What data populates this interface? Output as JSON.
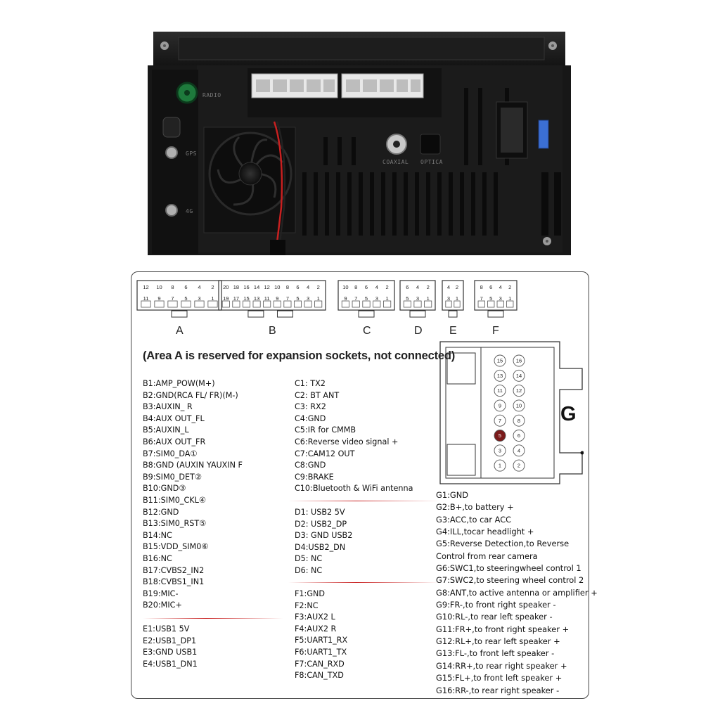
{
  "device": {
    "labels": {
      "radio": "RADIO",
      "gps": "GPS",
      "four_g": "4G",
      "coaxial": "COAXIAL",
      "optical": "OPTICA"
    }
  },
  "connectors": [
    {
      "id": "A",
      "rows": 2,
      "top": [
        "12",
        "10",
        "8",
        "6",
        "4",
        "2"
      ],
      "bottom": [
        "11",
        "9",
        "7",
        "5",
        "3",
        "1"
      ]
    },
    {
      "id": "B",
      "rows": 2,
      "top": [
        "20",
        "18",
        "16",
        "14",
        "12",
        "10",
        "8",
        "6",
        "4",
        "2"
      ],
      "bottom": [
        "19",
        "17",
        "15",
        "13",
        "11",
        "9",
        "7",
        "5",
        "3",
        "1"
      ]
    },
    {
      "id": "C",
      "rows": 2,
      "top": [
        "10",
        "8",
        "6",
        "4",
        "2"
      ],
      "bottom": [
        "9",
        "7",
        "5",
        "3",
        "1"
      ]
    },
    {
      "id": "D",
      "rows": 2,
      "top": [
        "6",
        "4",
        "2"
      ],
      "bottom": [
        "5",
        "3",
        "1"
      ]
    },
    {
      "id": "E",
      "rows": 2,
      "top": [
        "4",
        "2"
      ],
      "bottom": [
        "3",
        "1"
      ]
    },
    {
      "id": "F",
      "rows": 2,
      "top": [
        "8",
        "6",
        "4",
        "2"
      ],
      "bottom": [
        "7",
        "5",
        "3",
        "1"
      ]
    }
  ],
  "note": "(Area A is reserved for expansion sockets, not connected)",
  "pins_B": [
    "B1:AMP_POW(M+)",
    "B2:GND(RCA FL/ FR)(M-)",
    "B3:AUXIN_ R",
    "B4:AUX OUT_FL",
    "B5:AUXIN_L",
    "B6:AUX OUT_FR",
    "B7:SIM0_DA①",
    "B8:GND (AUXIN YAUXIN F",
    "B9:SIM0_DET②",
    "B10:GND③",
    "B11:SIM0_CKL④",
    "B12:GND",
    "B13:SIM0_RST⑤",
    "B14:NC",
    "B15:VDD_SIM0⑥",
    "B16:NC",
    "B17:CVBS2_IN2",
    "B18:CVBS1_IN1",
    "B19:MIC-",
    "B20:MIC+"
  ],
  "pins_E": [
    "E1:USB1 5V",
    "E2:USB1_DP1",
    "E3:GND USB1",
    "E4:USB1_DN1"
  ],
  "pins_C": [
    "C1: TX2",
    "C2: BT ANT",
    "C3: RX2",
    "C4:GND",
    "C5:IR for CMMB",
    "C6:Reverse video signal +",
    "C7:CAM12 OUT",
    "C8:GND",
    "C9:BRAKE",
    "C10:Bluetooth & WiFi antenna"
  ],
  "pins_D": [
    "D1: USB2 5V",
    "D2: USB2_DP",
    "D3: GND USB2",
    "D4:USB2_DN",
    "D5: NC",
    "D6: NC"
  ],
  "pins_F": [
    "F1:GND",
    "F2:NC",
    "F3:AUX2 L",
    "F4:AUX2 R",
    "F5:UART1_RX",
    "F6:UART1_TX",
    "F7:CAN_RXD",
    "F8:CAN_TXD"
  ],
  "pins_G": [
    "G1:GND",
    "G2:B+,to battery +",
    "G3:ACC,to car ACC",
    "G4:ILL,tocar headlight +",
    "G5:Reverse Detection,to Reverse",
    "Control from rear camera",
    "G6:SWC1,to steeringwheel control 1",
    "G7:SWC2,to steering wheel control 2",
    "G8:ANT,to active antenna or amplifier +",
    "G9:FR-,to front right speaker -",
    "G10:RL-,to rear left speaker -",
    "G11:FR+,to front right speaker +",
    "G12:RL+,to rear left speaker +",
    "G13:FL-,to front left speaker -",
    "G14:RR+,to rear right speaker +",
    "G15:FL+,to front left speaker +",
    "G16:RR-,to rear right speaker -"
  ],
  "g_connector": {
    "letter": "G",
    "pins": [
      [
        "15",
        "16"
      ],
      [
        "13",
        "14"
      ],
      [
        "11",
        "12"
      ],
      [
        "9",
        "10"
      ],
      [
        "7",
        "8"
      ],
      [
        "5",
        "6"
      ],
      [
        "3",
        "4"
      ],
      [
        "1",
        "2"
      ]
    ],
    "highlight": "5",
    "highlight_color": "#7a1a1a"
  },
  "colors": {
    "divider": "#c81e1e",
    "outline": "#444444"
  }
}
